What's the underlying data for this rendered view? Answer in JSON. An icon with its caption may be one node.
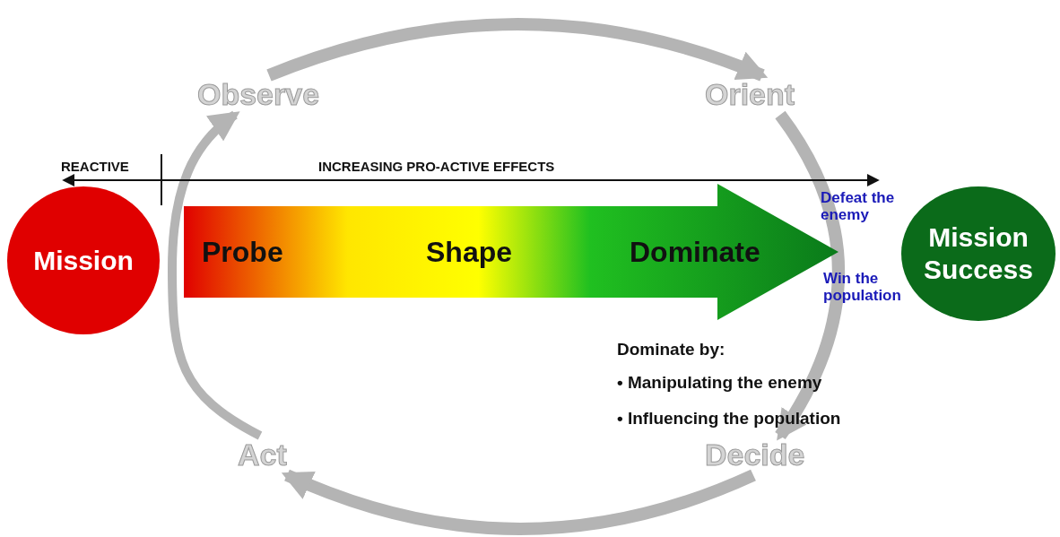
{
  "diagram": {
    "nodes": [
      {
        "text": [
          "Observe"
        ]
      },
      {
        "text": [
          "Orient"
        ]
      },
      {
        "text": [
          "Mission"
        ]
      },
      {
        "text": [
          "Probe",
          "Shape",
          "Dominate"
        ]
      },
      {
        "text": [
          "Mission Success"
        ]
      },
      {
        "text": [
          "Act"
        ]
      },
      {
        "text": [
          "Decide"
        ]
      }
    ],
    "edges": [
      {
        "from": 0,
        "to": 1,
        "arrow": "to"
      },
      {
        "from": 1,
        "to": 6,
        "arrow": "to"
      },
      {
        "from": 6,
        "to": 5,
        "arrow": "to"
      },
      {
        "from": 5,
        "to": 0,
        "arrow": "to"
      }
    ],
    "labels": [
      "REACTIVE",
      "INCREASING PRO-ACTIVE EFFECTS",
      "Defeat the enemy",
      "Win the population",
      "Dominate by:",
      "• Manipulating the enemy",
      "• Influencing the population"
    ]
  }
}
